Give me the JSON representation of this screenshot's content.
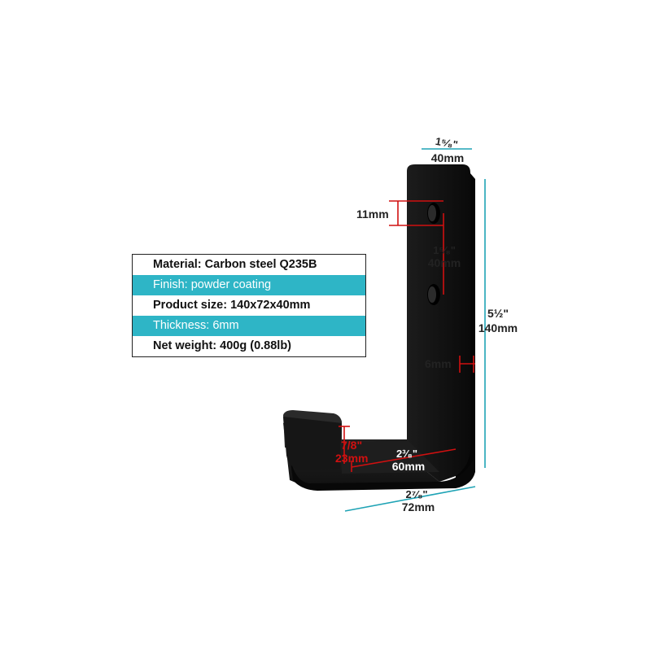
{
  "specs": [
    {
      "text": "Material: Carbon steel Q235B",
      "style": "light"
    },
    {
      "text": "Finish: powder coating",
      "style": "teal"
    },
    {
      "text": "Product size: 140x72x40mm",
      "style": "light"
    },
    {
      "text": "Thickness: 6mm",
      "style": "teal"
    },
    {
      "text": "Net weight: 400g (0.88lb)",
      "style": "light"
    }
  ],
  "dimensions": {
    "width_top_in": "1⁵⁄₈\"",
    "width_top_mm": "40mm",
    "hole_diameter": "11mm",
    "hole_spacing_in": "1⁵⁄₈\"",
    "hole_spacing_mm": "40mm",
    "height_in": "5½\"",
    "height_mm": "140mm",
    "thickness": "6mm",
    "lip_height_in": "7/8\"",
    "lip_height_mm": "23mm",
    "inner_depth_in": "2³⁄₈\"",
    "inner_depth_mm": "60mm",
    "depth_in": "2⁷⁄₈\"",
    "depth_mm": "72mm"
  },
  "colors": {
    "teal": "#2eb5c6",
    "red": "#d01010",
    "hook": "#141414"
  }
}
